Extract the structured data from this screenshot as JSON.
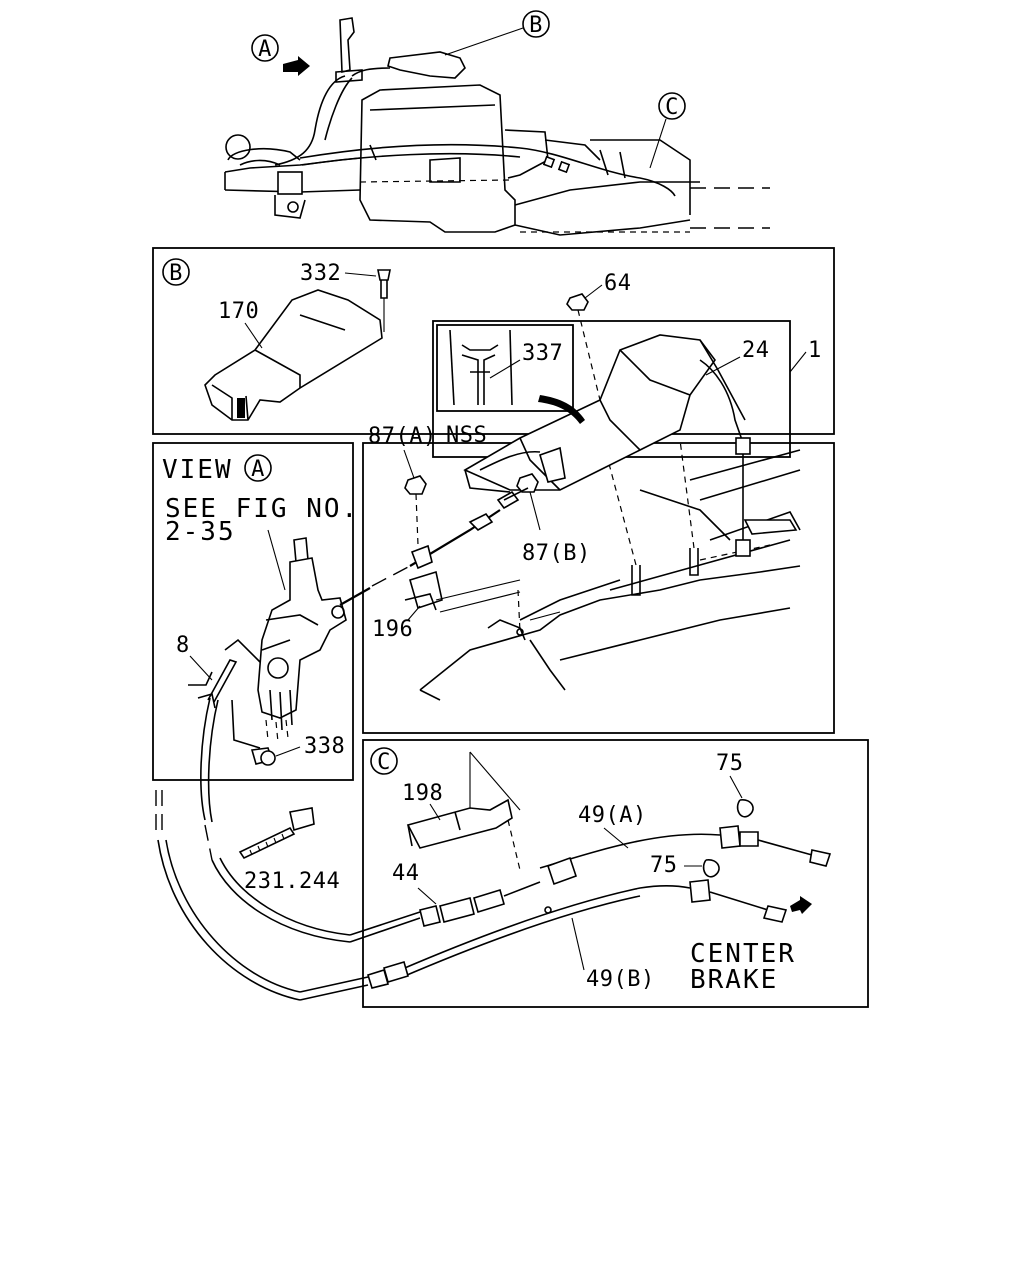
{
  "diagram": {
    "callouts": {
      "a": "A",
      "b": "B",
      "c": "C"
    },
    "labels": {
      "p332": "332",
      "p170": "170",
      "p64": "64",
      "p337": "337",
      "p24": "24",
      "p1": "1",
      "nss": "NSS",
      "p87a": "87(A)",
      "p87b": "87(B)",
      "p196": "196",
      "p8": "8",
      "p338": "338",
      "p231": "231.244",
      "p198": "198",
      "p75a": "75",
      "p75b": "75",
      "p49a": "49(A)",
      "p49b": "49(B)",
      "p44": "44"
    },
    "view_a": {
      "line1": "VIEW",
      "line2": "SEE FIG NO.",
      "line3": "2-35"
    },
    "center_brake": {
      "line1": "CENTER",
      "line2": "BRAKE"
    }
  }
}
